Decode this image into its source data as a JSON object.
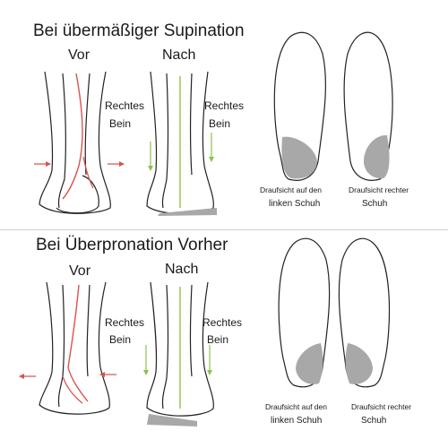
{
  "sections": [
    {
      "title": "Bei übermäßiger Supination",
      "before_label": "Vor",
      "after_label": "Nach",
      "leg_before": [
        "Rechtes",
        "Bein"
      ],
      "leg_after": [
        "Rechtes",
        "Bein"
      ],
      "left_shoe_caption": [
        "Draufsicht auf den",
        "linken Schuh"
      ],
      "right_shoe_caption": [
        "Draufsicht rechter",
        "Schuh"
      ]
    },
    {
      "title": "Bei Überpronation Vorher",
      "before_label": "Vor",
      "after_label": "Nach",
      "leg_before": [
        "Rechtes",
        "Bein"
      ],
      "leg_after": [
        "Rechtes",
        "Bein"
      ],
      "left_shoe_caption": [
        "Draufsicht auf den",
        "linken Schuh"
      ],
      "right_shoe_caption": [
        "Draufsicht rechter",
        "Schuh"
      ]
    }
  ],
  "colors": {
    "red_arrow": "#d9534f",
    "green_line": "#8bc34a",
    "insole_pad": "#a8a8a8",
    "outline": "#222222"
  }
}
